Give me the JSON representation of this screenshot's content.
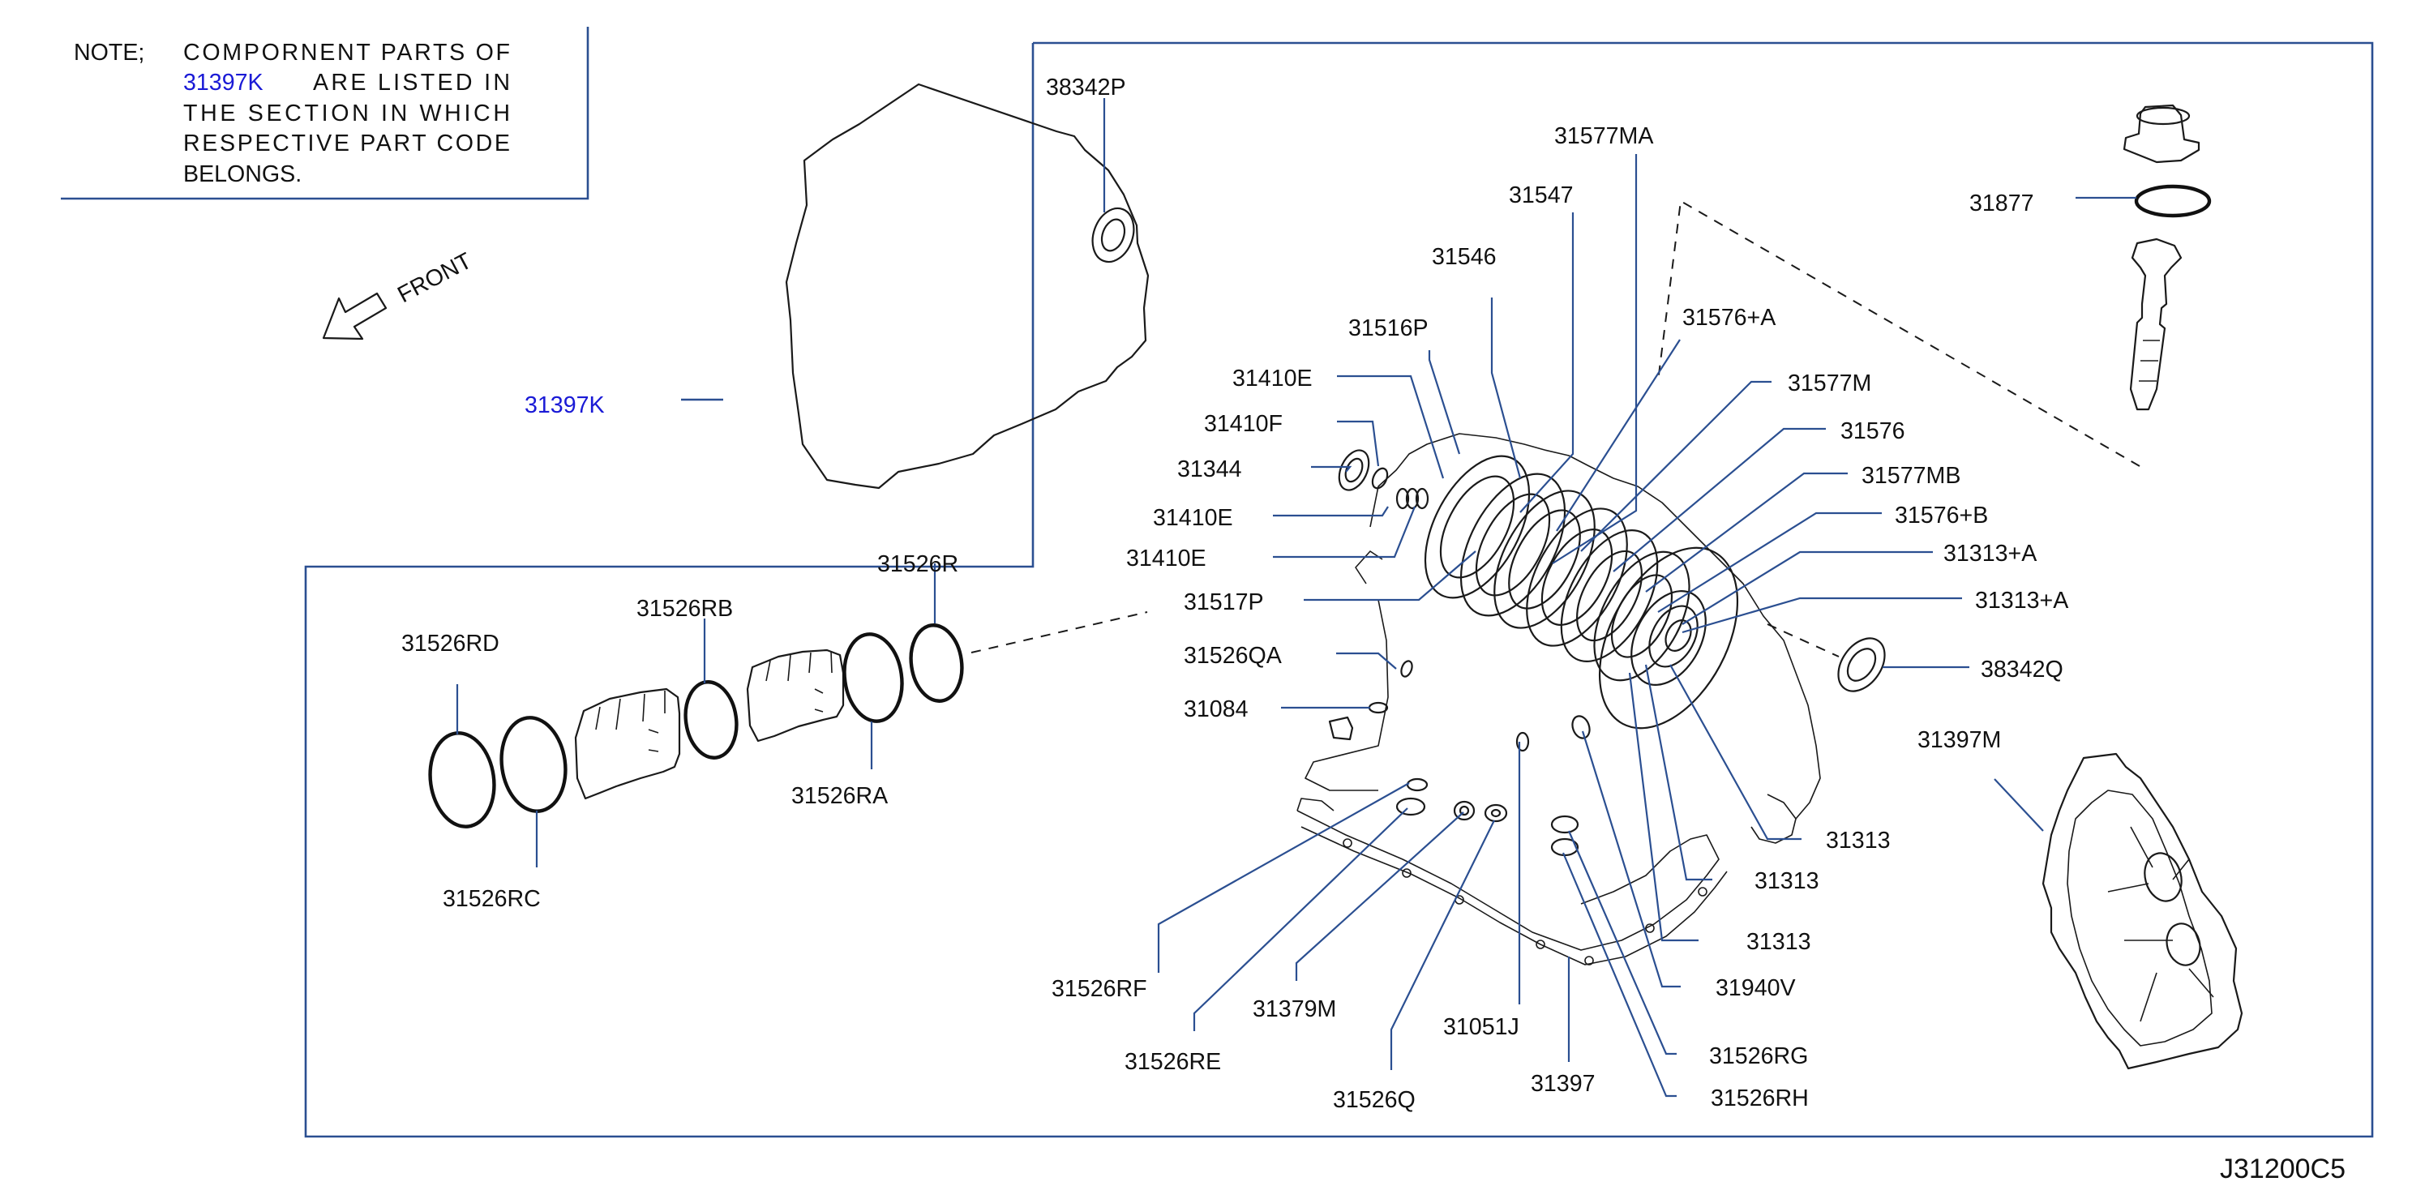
{
  "note": {
    "prefix": "NOTE;",
    "line1": "COMPORNENT PARTS OF",
    "ref": "31397K",
    "line2": "ARE LISTED IN",
    "line3": "THE SECTION IN WHICH",
    "line4": "RESPECTIVE PART CODE",
    "line5": "BELONGS."
  },
  "front_label": "FRONT",
  "group_ref": "31397K",
  "diagram_code": "J31200C5",
  "colors": {
    "frame": "#2b4f91",
    "reference_text": "#1a1ad6",
    "part_lines": "#1a1a1a"
  },
  "parts": {
    "p38342P": "38342P",
    "p31577MA": "31577MA",
    "p31547": "31547",
    "p31546": "31546",
    "p31516P": "31516P",
    "p31576A": "31576+A",
    "p31577M": "31577M",
    "p31576": "31576",
    "p31577MB": "31577MB",
    "p31576B": "31576+B",
    "p31313A_1": "31313+A",
    "p31313A_2": "31313+A",
    "p38342Q": "38342Q",
    "p31877": "31877",
    "p31410E_1": "31410E",
    "p31410F": "31410F",
    "p31344": "31344",
    "p31410E_2": "31410E",
    "p31410E_3": "31410E",
    "p31517P": "31517P",
    "p31526QA": "31526QA",
    "p31084": "31084",
    "p31526R": "31526R",
    "p31526RB": "31526RB",
    "p31526RD": "31526RD",
    "p31526RA": "31526RA",
    "p31526RC": "31526RC",
    "p31397M": "31397M",
    "p31313_1": "31313",
    "p31313_2": "31313",
    "p31313_3": "31313",
    "p31940V": "31940V",
    "p31526RG": "31526RG",
    "p31526RH": "31526RH",
    "p31397": "31397",
    "p31051J": "31051J",
    "p31526Q": "31526Q",
    "p31379M": "31379M",
    "p31526RE": "31526RE",
    "p31526RF": "31526RF"
  }
}
